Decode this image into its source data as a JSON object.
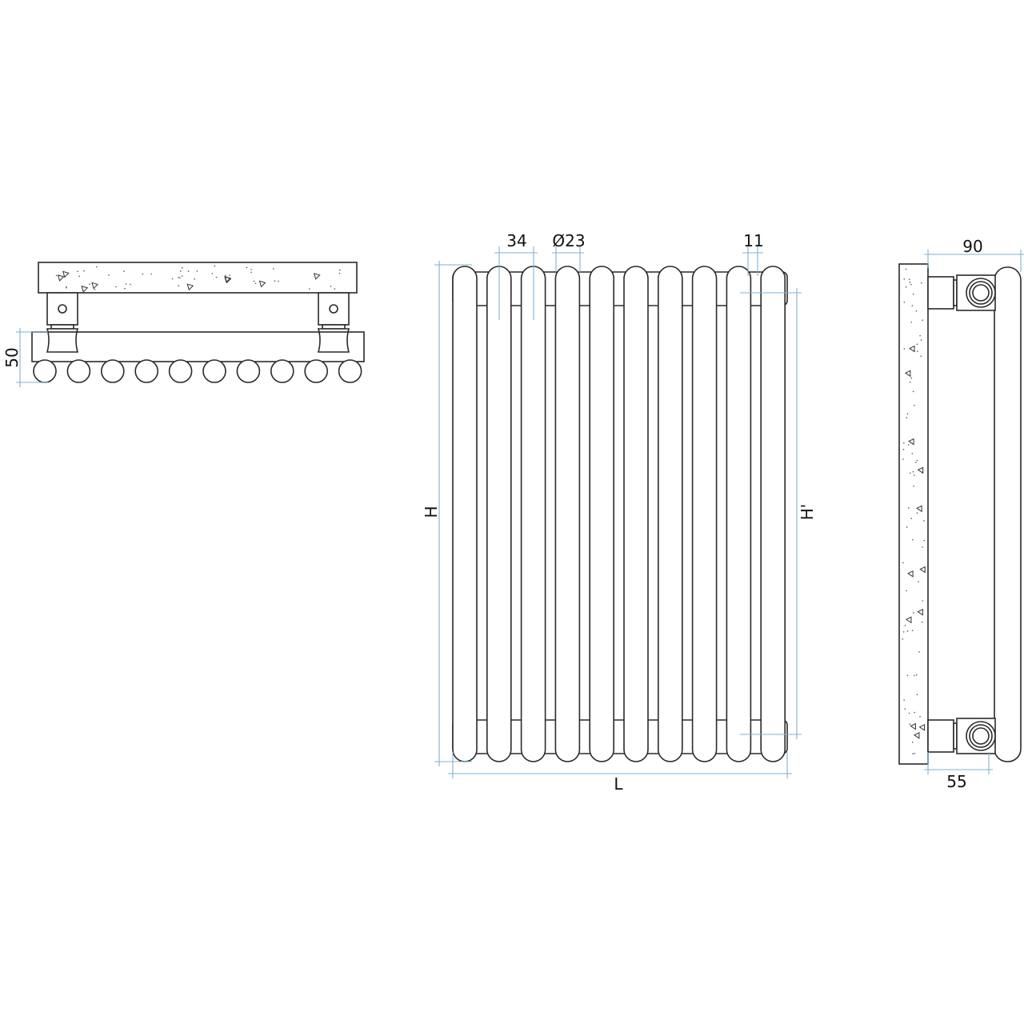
{
  "colors": {
    "line": "#2a2a2a",
    "dimension": "#7fb0d2"
  },
  "top_view": {
    "depth_label": "50",
    "tube_count": 10
  },
  "front_view": {
    "pitch_label": "34",
    "diameter_label": "Ø23",
    "gap_label": "11",
    "height_label": "H",
    "center_height_label": "H'",
    "length_label": "L",
    "tube_count": 10
  },
  "side_view": {
    "total_depth_label": "90",
    "wall_distance_label": "55"
  }
}
